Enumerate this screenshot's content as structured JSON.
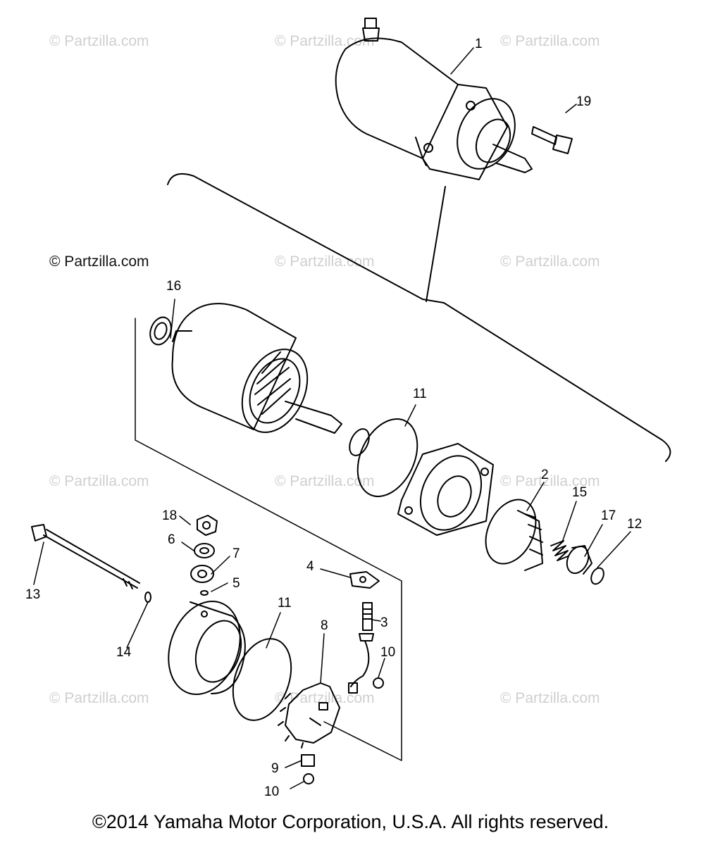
{
  "watermark": "© Partzilla.com",
  "copyright": "©2014 Yamaha Motor Corporation, U.S.A. All rights reserved.",
  "callouts": {
    "c1": "1",
    "c2": "2",
    "c3": "3",
    "c4": "4",
    "c5": "5",
    "c6": "6",
    "c7": "7",
    "c8": "8",
    "c9": "9",
    "c10a": "10",
    "c10b": "10",
    "c11a": "11",
    "c11b": "11",
    "c12": "12",
    "c13": "13",
    "c14": "14",
    "c15": "15",
    "c16": "16",
    "c17": "17",
    "c18": "18",
    "c19": "19"
  }
}
